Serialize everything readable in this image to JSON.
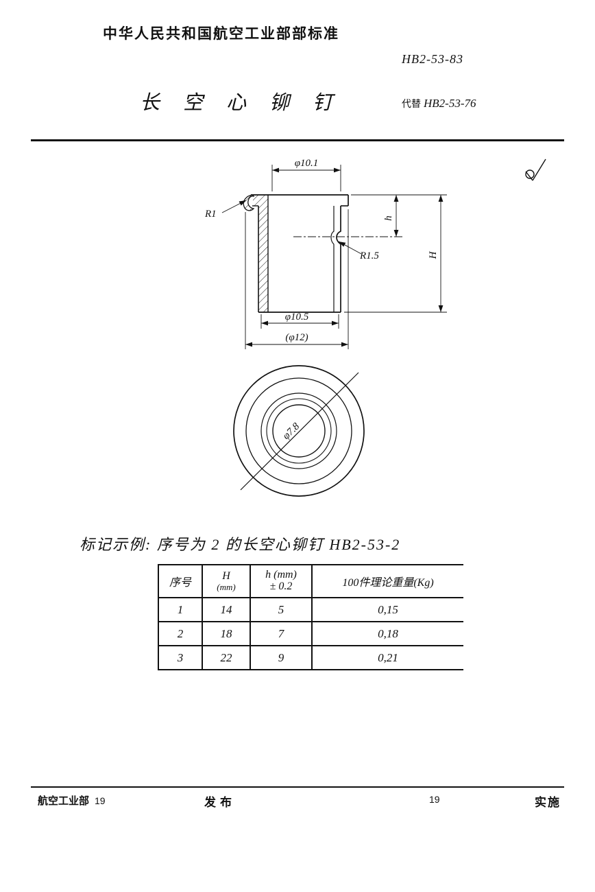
{
  "header": {
    "ministry_title": "中华人民共和国航空工业部部标准",
    "standard_no": "HB2-53-83",
    "doc_title": "长空心铆钉",
    "replaces_label": "代替",
    "replaces_no": "HB2-53-76"
  },
  "drawing": {
    "dim_top_diameter": "φ10.1",
    "dim_flange_radius": "R1",
    "dim_groove_radius": "R1.5",
    "dim_head_height": "h",
    "dim_total_height": "H",
    "dim_body_diameter": "φ10.5",
    "dim_flange_diameter": "(φ12)",
    "dim_hole_diameter": "φ7.8"
  },
  "example_line": "标记示例: 序号为 2 的长空心铆钉 HB2-53-2",
  "spec_table": {
    "col_no": "序号",
    "col_H": "H",
    "col_H_unit": "(mm)",
    "col_h": "h (mm)",
    "col_h_tol": "± 0.2",
    "col_weight": "100件理论重量(Kg)",
    "rows": [
      {
        "no": "1",
        "H": "14",
        "h": "5",
        "weight": "0,15"
      },
      {
        "no": "2",
        "H": "18",
        "h": "7",
        "weight": "0,18"
      },
      {
        "no": "3",
        "H": "22",
        "h": "9",
        "weight": "0,21"
      }
    ]
  },
  "footer": {
    "issuer": "航空工业部",
    "issue_year": "19",
    "publish_label": "发布",
    "page_number": "19",
    "implement_label": "实施"
  }
}
